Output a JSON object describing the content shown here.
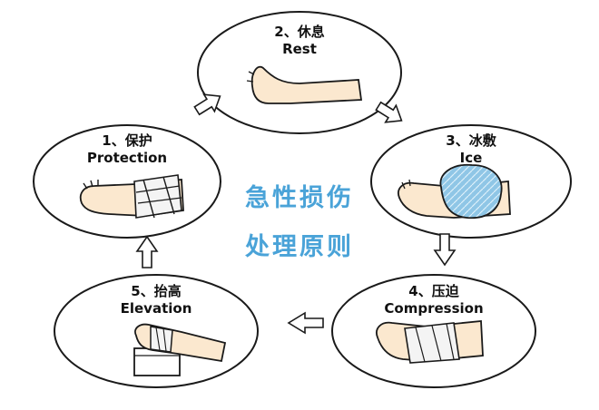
{
  "center": {
    "line1": "急性损伤",
    "line2": "处理原则",
    "color": "#4aa3d8"
  },
  "steps": [
    {
      "cn": "1、保护",
      "en": "Protection"
    },
    {
      "cn": "2、休息",
      "en": "Rest"
    },
    {
      "cn": "3、冰敷",
      "en": "Ice"
    },
    {
      "cn": "4、压迫",
      "en": "Compression"
    },
    {
      "cn": "5、抬高",
      "en": "Elevation"
    }
  ],
  "colors": {
    "outline": "#1a1a1a",
    "skin": "#fbe8cf",
    "ice": "#8fc6e6",
    "arrow": "#ffffff"
  }
}
